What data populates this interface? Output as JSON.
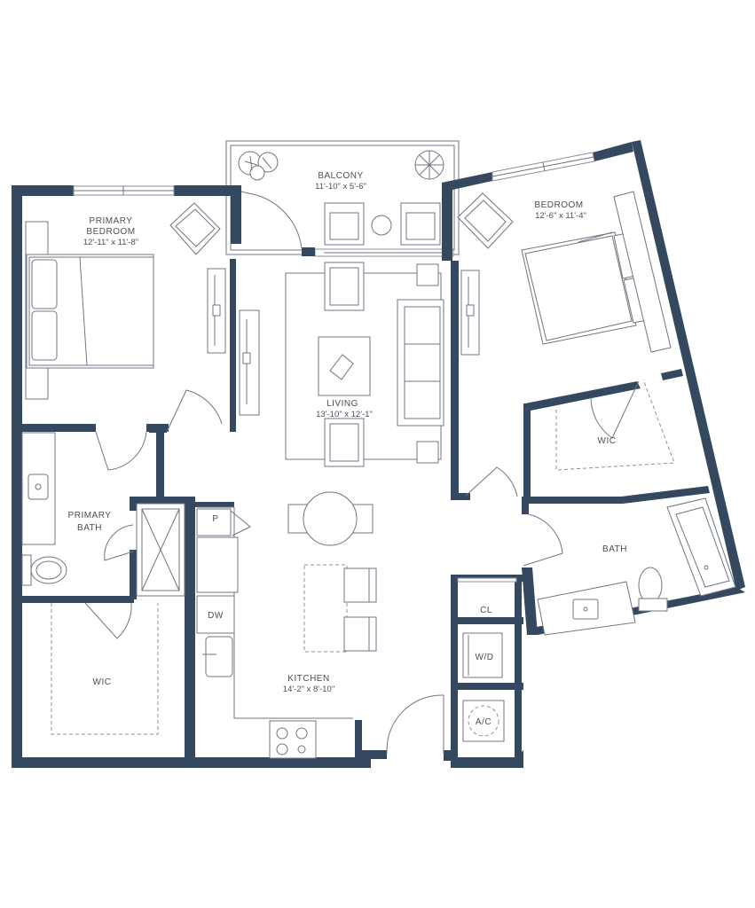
{
  "rooms": {
    "primary_bedroom": {
      "name_line1": "PRIMARY",
      "name_line2": "BEDROOM",
      "dims": "12'-11\" x 11'-8\""
    },
    "balcony": {
      "name": "BALCONY",
      "dims": "11'-10\" x 5'-6\""
    },
    "bedroom": {
      "name": "BEDROOM",
      "dims": "12'-6\" x 11'-4\""
    },
    "living": {
      "name": "LIVING",
      "dims": "13'-10\" x 12'-1\""
    },
    "primary_bath": {
      "name_line1": "PRIMARY",
      "name_line2": "BATH"
    },
    "wic_left": {
      "name": "WIC"
    },
    "wic_right": {
      "name": "WIC"
    },
    "kitchen": {
      "name": "KITCHEN",
      "dims": "14'-2\" x 8'-10\""
    },
    "bath": {
      "name": "BATH"
    }
  },
  "fixtures": {
    "pantry": "P",
    "dishwasher": "DW",
    "closet": "CL",
    "washer_dryer": "W/D",
    "ac": "A/C"
  },
  "colors": {
    "walls": "#34495f",
    "lines": "#6f7680",
    "text": "#4a4f57"
  }
}
